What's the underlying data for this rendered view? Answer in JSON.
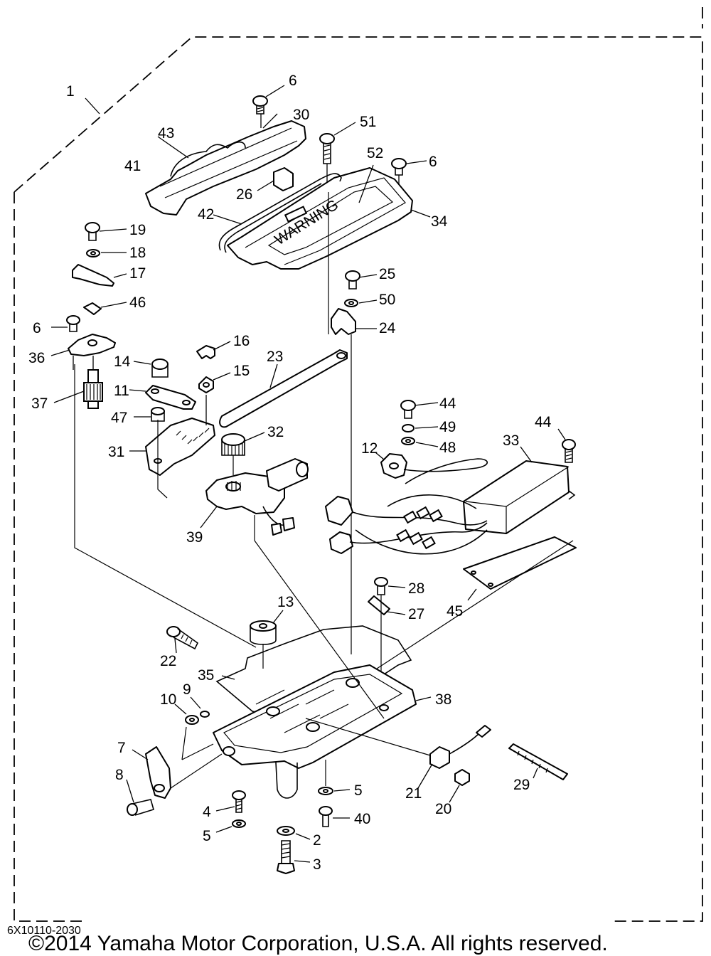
{
  "diagram": {
    "parts": [
      {
        "id": "p1",
        "label": "1"
      },
      {
        "id": "p2",
        "label": "2"
      },
      {
        "id": "p3",
        "label": "3"
      },
      {
        "id": "p4",
        "label": "4"
      },
      {
        "id": "p5a",
        "label": "5"
      },
      {
        "id": "p5b",
        "label": "5"
      },
      {
        "id": "p6a",
        "label": "6"
      },
      {
        "id": "p6b",
        "label": "6"
      },
      {
        "id": "p6c",
        "label": "6"
      },
      {
        "id": "p7",
        "label": "7"
      },
      {
        "id": "p8",
        "label": "8"
      },
      {
        "id": "p9",
        "label": "9"
      },
      {
        "id": "p10",
        "label": "10"
      },
      {
        "id": "p11",
        "label": "11"
      },
      {
        "id": "p12",
        "label": "12"
      },
      {
        "id": "p13",
        "label": "13"
      },
      {
        "id": "p14",
        "label": "14"
      },
      {
        "id": "p15",
        "label": "15"
      },
      {
        "id": "p16",
        "label": "16"
      },
      {
        "id": "p17",
        "label": "17"
      },
      {
        "id": "p18",
        "label": "18"
      },
      {
        "id": "p19",
        "label": "19"
      },
      {
        "id": "p20",
        "label": "20"
      },
      {
        "id": "p21",
        "label": "21"
      },
      {
        "id": "p22",
        "label": "22"
      },
      {
        "id": "p23",
        "label": "23"
      },
      {
        "id": "p24",
        "label": "24"
      },
      {
        "id": "p25",
        "label": "25"
      },
      {
        "id": "p26",
        "label": "26"
      },
      {
        "id": "p27",
        "label": "27"
      },
      {
        "id": "p28",
        "label": "28"
      },
      {
        "id": "p29",
        "label": "29"
      },
      {
        "id": "p30",
        "label": "30"
      },
      {
        "id": "p31",
        "label": "31"
      },
      {
        "id": "p32",
        "label": "32"
      },
      {
        "id": "p33",
        "label": "33"
      },
      {
        "id": "p34",
        "label": "34"
      },
      {
        "id": "p35",
        "label": "35"
      },
      {
        "id": "p36",
        "label": "36"
      },
      {
        "id": "p37",
        "label": "37"
      },
      {
        "id": "p38",
        "label": "38"
      },
      {
        "id": "p39",
        "label": "39"
      },
      {
        "id": "p40",
        "label": "40"
      },
      {
        "id": "p41",
        "label": "41"
      },
      {
        "id": "p42",
        "label": "42"
      },
      {
        "id": "p43",
        "label": "43"
      },
      {
        "id": "p44a",
        "label": "44"
      },
      {
        "id": "p44b",
        "label": "44"
      },
      {
        "id": "p45",
        "label": "45"
      },
      {
        "id": "p46",
        "label": "46"
      },
      {
        "id": "p47",
        "label": "47"
      },
      {
        "id": "p48",
        "label": "48"
      },
      {
        "id": "p49",
        "label": "49"
      },
      {
        "id": "p50",
        "label": "50"
      },
      {
        "id": "p51",
        "label": "51"
      },
      {
        "id": "p52",
        "label": "52"
      }
    ],
    "cover_label": "WARNING"
  },
  "footer": {
    "ref_code": "6X10110-2030",
    "copyright": "©2014 Yamaha Motor Corporation, U.S.A. All rights reserved."
  }
}
